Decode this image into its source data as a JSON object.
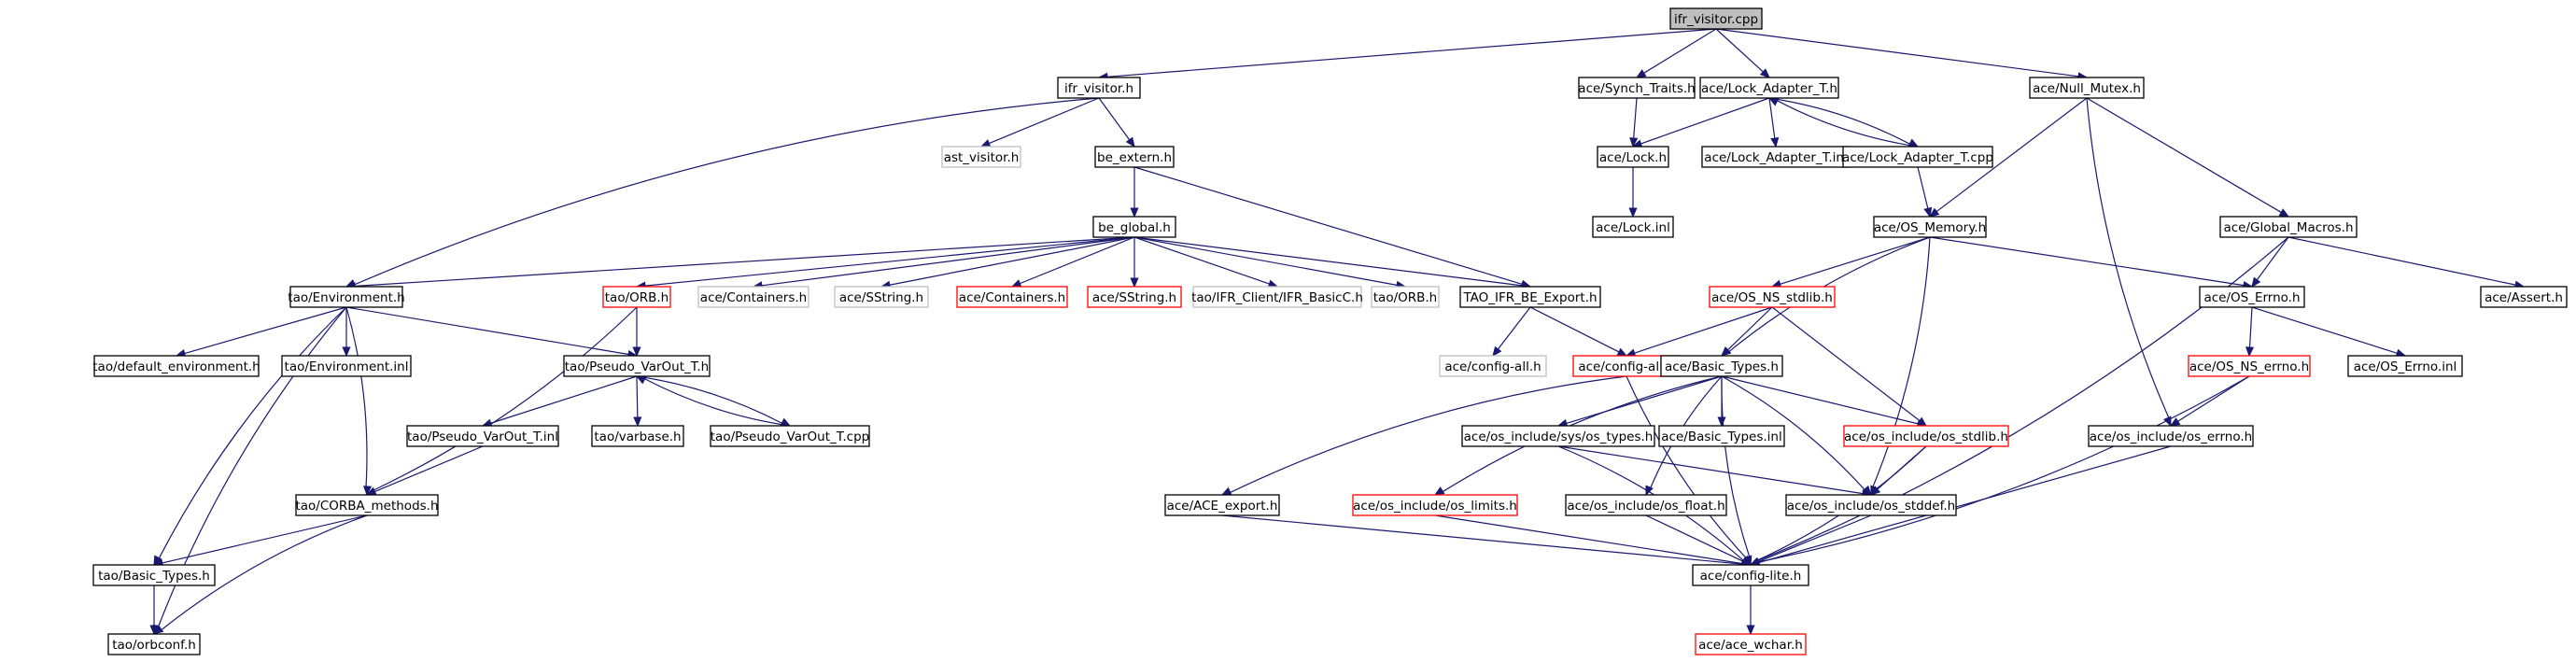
{
  "colors": {
    "edge": "#191970",
    "root_fill": "#bfbfbf",
    "node_border": "#000000",
    "missing_border": "#ff0000",
    "external_border": "#bfbfbf",
    "text": "#000000"
  },
  "nodes": [
    {
      "id": "ifr_visitor_cpp",
      "label": "ifr_visitor.cpp",
      "kind": "root"
    },
    {
      "id": "ifr_visitor_h",
      "label": "ifr_visitor.h",
      "kind": "normal"
    },
    {
      "id": "synch_traits_h",
      "label": "ace/Synch_Traits.h",
      "kind": "normal"
    },
    {
      "id": "lock_adapter_t_h",
      "label": "ace/Lock_Adapter_T.h",
      "kind": "normal"
    },
    {
      "id": "null_mutex_h",
      "label": "ace/Null_Mutex.h",
      "kind": "normal"
    },
    {
      "id": "ast_visitor_h",
      "label": "ast_visitor.h",
      "kind": "external"
    },
    {
      "id": "be_extern_h",
      "label": "be_extern.h",
      "kind": "normal"
    },
    {
      "id": "lock_h",
      "label": "ace/Lock.h",
      "kind": "normal"
    },
    {
      "id": "lock_adapter_t_inl",
      "label": "ace/Lock_Adapter_T.inl",
      "kind": "normal"
    },
    {
      "id": "lock_adapter_t_cpp",
      "label": "ace/Lock_Adapter_T.cpp",
      "kind": "normal"
    },
    {
      "id": "lock_inl",
      "label": "ace/Lock.inl",
      "kind": "normal"
    },
    {
      "id": "be_global_h",
      "label": "be_global.h",
      "kind": "normal"
    },
    {
      "id": "os_memory_h",
      "label": "ace/OS_Memory.h",
      "kind": "normal"
    },
    {
      "id": "global_macros_h",
      "label": "ace/Global_Macros.h",
      "kind": "normal"
    },
    {
      "id": "tao_environment_h",
      "label": "tao/Environment.h",
      "kind": "normal"
    },
    {
      "id": "tao_orb_h_missing",
      "label": "tao/ORB.h",
      "kind": "missing"
    },
    {
      "id": "ace_containers_h_ext",
      "label": "ace/Containers.h",
      "kind": "external"
    },
    {
      "id": "ace_sstring_h_ext",
      "label": "ace/SString.h",
      "kind": "external"
    },
    {
      "id": "ace_containers_h_missing",
      "label": "ace/Containers.h",
      "kind": "missing"
    },
    {
      "id": "ace_sstring_h_missing",
      "label": "ace/SString.h",
      "kind": "missing"
    },
    {
      "id": "ifr_basicc_h",
      "label": "tao/IFR_Client/IFR_BasicC.h",
      "kind": "external"
    },
    {
      "id": "tao_orb_h_ext",
      "label": "tao/ORB.h",
      "kind": "external"
    },
    {
      "id": "tao_ifr_be_export_h",
      "label": "TAO_IFR_BE_Export.h",
      "kind": "normal"
    },
    {
      "id": "os_ns_stdlib_h",
      "label": "ace/OS_NS_stdlib.h",
      "kind": "missing"
    },
    {
      "id": "os_errno_h",
      "label": "ace/OS_Errno.h",
      "kind": "normal"
    },
    {
      "id": "ace_assert_h",
      "label": "ace/Assert.h",
      "kind": "normal"
    },
    {
      "id": "tao_default_environment_h",
      "label": "tao/default_environment.h",
      "kind": "normal"
    },
    {
      "id": "tao_environment_inl",
      "label": "tao/Environment.inl",
      "kind": "normal"
    },
    {
      "id": "tao_pseudo_varout_t_h",
      "label": "tao/Pseudo_VarOut_T.h",
      "kind": "normal"
    },
    {
      "id": "config_all_h_ext",
      "label": "ace/config-all.h",
      "kind": "external"
    },
    {
      "id": "config_all_h_missing",
      "label": "ace/config-all.h",
      "kind": "missing"
    },
    {
      "id": "basic_types_h",
      "label": "ace/Basic_Types.h",
      "kind": "normal"
    },
    {
      "id": "os_ns_errno_h",
      "label": "ace/OS_NS_errno.h",
      "kind": "missing"
    },
    {
      "id": "os_errno_inl",
      "label": "ace/OS_Errno.inl",
      "kind": "normal"
    },
    {
      "id": "tao_pseudo_varout_t_inl",
      "label": "tao/Pseudo_VarOut_T.inl",
      "kind": "normal"
    },
    {
      "id": "tao_varbase_h",
      "label": "tao/varbase.h",
      "kind": "normal"
    },
    {
      "id": "tao_pseudo_varout_t_cpp",
      "label": "tao/Pseudo_VarOut_T.cpp",
      "kind": "normal"
    },
    {
      "id": "os_types_h",
      "label": "ace/os_include/sys/os_types.h",
      "kind": "normal"
    },
    {
      "id": "basic_types_inl",
      "label": "ace/Basic_Types.inl",
      "kind": "normal"
    },
    {
      "id": "os_stdlib_h",
      "label": "ace/os_include/os_stdlib.h",
      "kind": "missing"
    },
    {
      "id": "os_include_errno_h",
      "label": "ace/os_include/os_errno.h",
      "kind": "normal"
    },
    {
      "id": "tao_corba_methods_h",
      "label": "tao/CORBA_methods.h",
      "kind": "normal"
    },
    {
      "id": "ace_export_h",
      "label": "ace/ACE_export.h",
      "kind": "normal"
    },
    {
      "id": "os_limits_h",
      "label": "ace/os_include/os_limits.h",
      "kind": "missing"
    },
    {
      "id": "os_float_h",
      "label": "ace/os_include/os_float.h",
      "kind": "normal"
    },
    {
      "id": "os_stddef_h",
      "label": "ace/os_include/os_stddef.h",
      "kind": "normal"
    },
    {
      "id": "tao_basic_types_h",
      "label": "tao/Basic_Types.h",
      "kind": "normal"
    },
    {
      "id": "config_lite_h",
      "label": "ace/config-lite.h",
      "kind": "normal"
    },
    {
      "id": "tao_orbconf_h",
      "label": "tao/orbconf.h",
      "kind": "normal"
    },
    {
      "id": "ace_wchar_h",
      "label": "ace/ace_wchar.h",
      "kind": "missing"
    }
  ]
}
